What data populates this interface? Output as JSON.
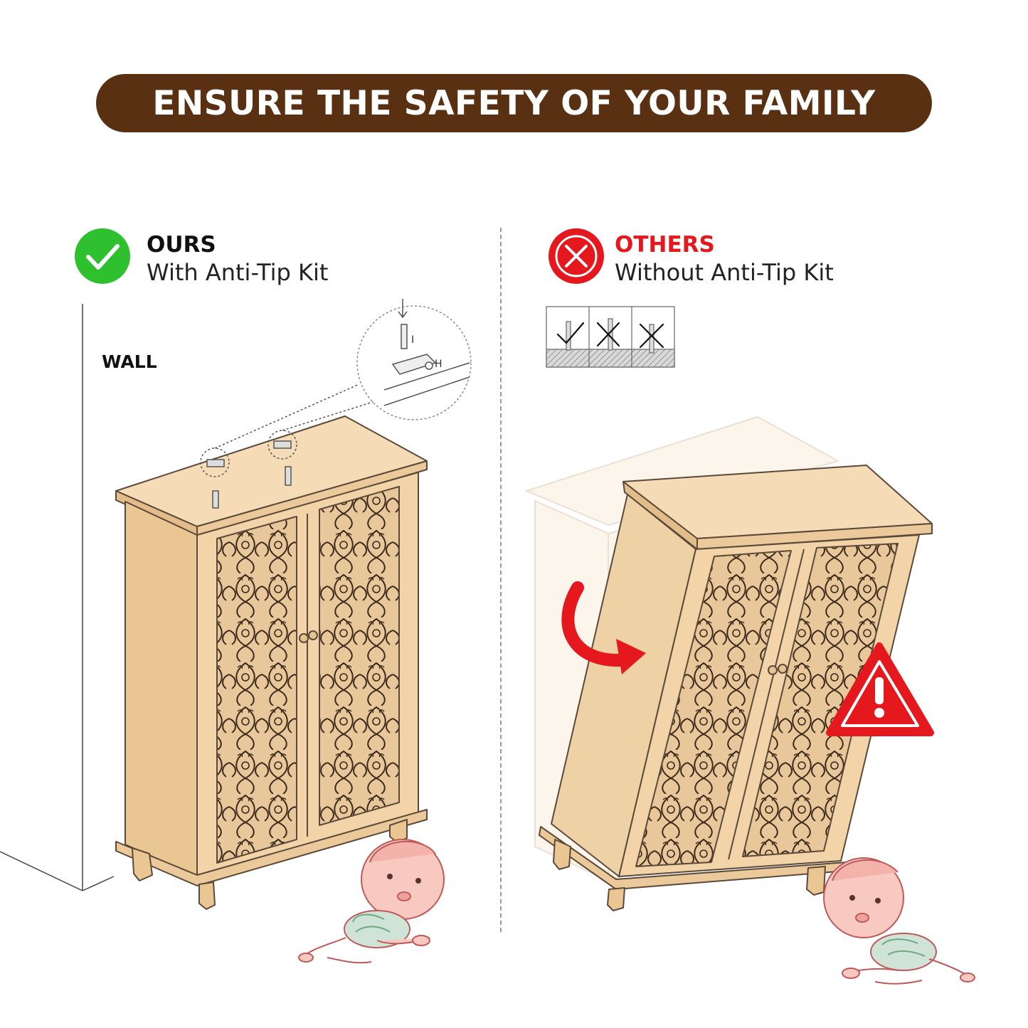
{
  "banner": {
    "title": "ENSURE THE SAFETY OF YOUR FAMILY"
  },
  "ours": {
    "heading": "OURS",
    "subtitle": "With Anti-Tip Kit"
  },
  "others": {
    "heading": "OTHERS",
    "subtitle": "Without Anti-Tip Kit"
  },
  "wall": {
    "label": "WALL"
  },
  "install_detail": {
    "screw_label": "I",
    "bracket_label": "H"
  },
  "colors": {
    "banner": "#5a3012",
    "check": "#2ec02e",
    "cross": "#e4181d",
    "cabinet": "#f2d4a8",
    "outline": "#5b4a3a",
    "pattern": "#3c2a1c"
  }
}
